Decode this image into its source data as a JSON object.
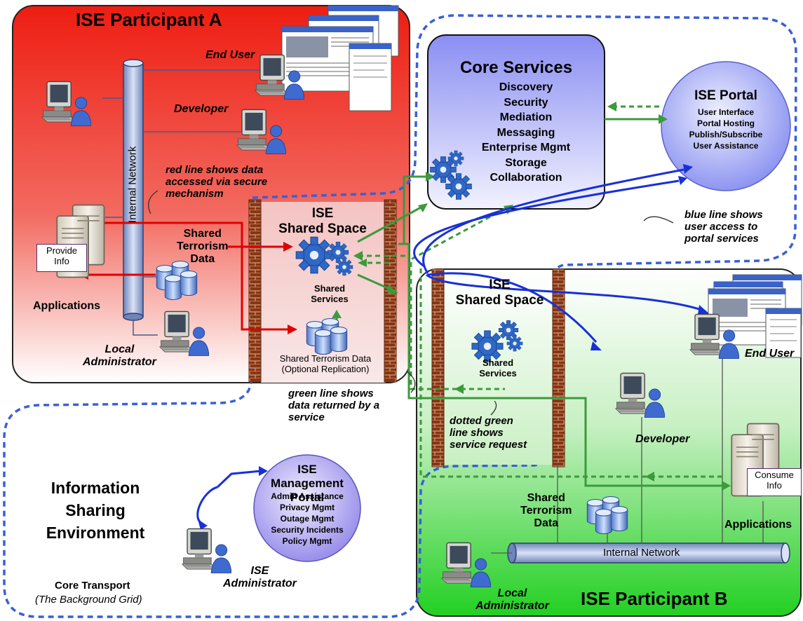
{
  "participant_a": {
    "title": "ISE Participant A",
    "end_user": "End User",
    "developer": "Developer",
    "internal_network": "Internal Network",
    "provide_info": [
      "Provide",
      "Info"
    ],
    "shared_data": [
      "Shared",
      "Terrorism",
      "Data"
    ],
    "applications": "Applications",
    "local_admin": [
      "Local",
      "Administrator"
    ],
    "red_note": [
      "red line shows data",
      "accessed via secure",
      "mechanism"
    ]
  },
  "shared_space_a": {
    "title": [
      "ISE",
      "Shared Space"
    ],
    "services": [
      "Shared",
      "Services"
    ],
    "replication": [
      "Shared Terrorism Data",
      "(Optional Replication)"
    ]
  },
  "core_services": {
    "title": "Core Services",
    "items": [
      "Discovery",
      "Security",
      "Mediation",
      "Messaging",
      "Enterprise Mgmt",
      "Storage",
      "Collaboration"
    ]
  },
  "ise_portal": {
    "title": "ISE Portal",
    "items": [
      "User Interface",
      "Portal Hosting",
      "Publish/Subscribe",
      "User Assistance"
    ]
  },
  "blue_note": [
    "blue line shows",
    "user access to",
    "portal services"
  ],
  "green_note": [
    "green line shows",
    "data returned by a",
    "service"
  ],
  "dotted_note": [
    "dotted green",
    "line shows",
    "service request"
  ],
  "shared_space_b": {
    "title": [
      "ISE",
      "Shared Space"
    ],
    "services": [
      "Shared",
      "Services"
    ]
  },
  "participant_b": {
    "title": "ISE Participant B",
    "end_user": "End User",
    "developer": "Developer",
    "consume_info": [
      "Consume",
      "Info"
    ],
    "shared_data": [
      "Shared",
      "Terrorism",
      "Data"
    ],
    "applications": "Applications",
    "internal_network": "Internal Network",
    "local_admin": [
      "Local",
      "Administrator"
    ]
  },
  "environment": {
    "title": [
      "Information",
      "Sharing",
      "Environment"
    ],
    "core_transport": "Core Transport",
    "background_grid": "(The Background Grid)"
  },
  "management_portal": {
    "title": [
      "ISE",
      "Management",
      "Portal"
    ],
    "items": [
      "Admin Assistance",
      "Privacy Mgmt",
      "Outage Mgmt",
      "Security Incidents",
      "Policy Mgmt"
    ]
  },
  "ise_admin": [
    "ISE",
    "Administrator"
  ],
  "colors": {
    "participant_a_fill": "#ee2a1e",
    "participant_b_fill": "#22cc22",
    "core_services_fill": "#8a8ef2",
    "portal_fill": "#7e86ee",
    "wall": "#8b3a1a",
    "gear": "#2f68c6",
    "red_line": "#e00000",
    "blue_line": "#1830d8",
    "green_line": "#3c9a3c",
    "dash_border": "#3a5fd6"
  }
}
